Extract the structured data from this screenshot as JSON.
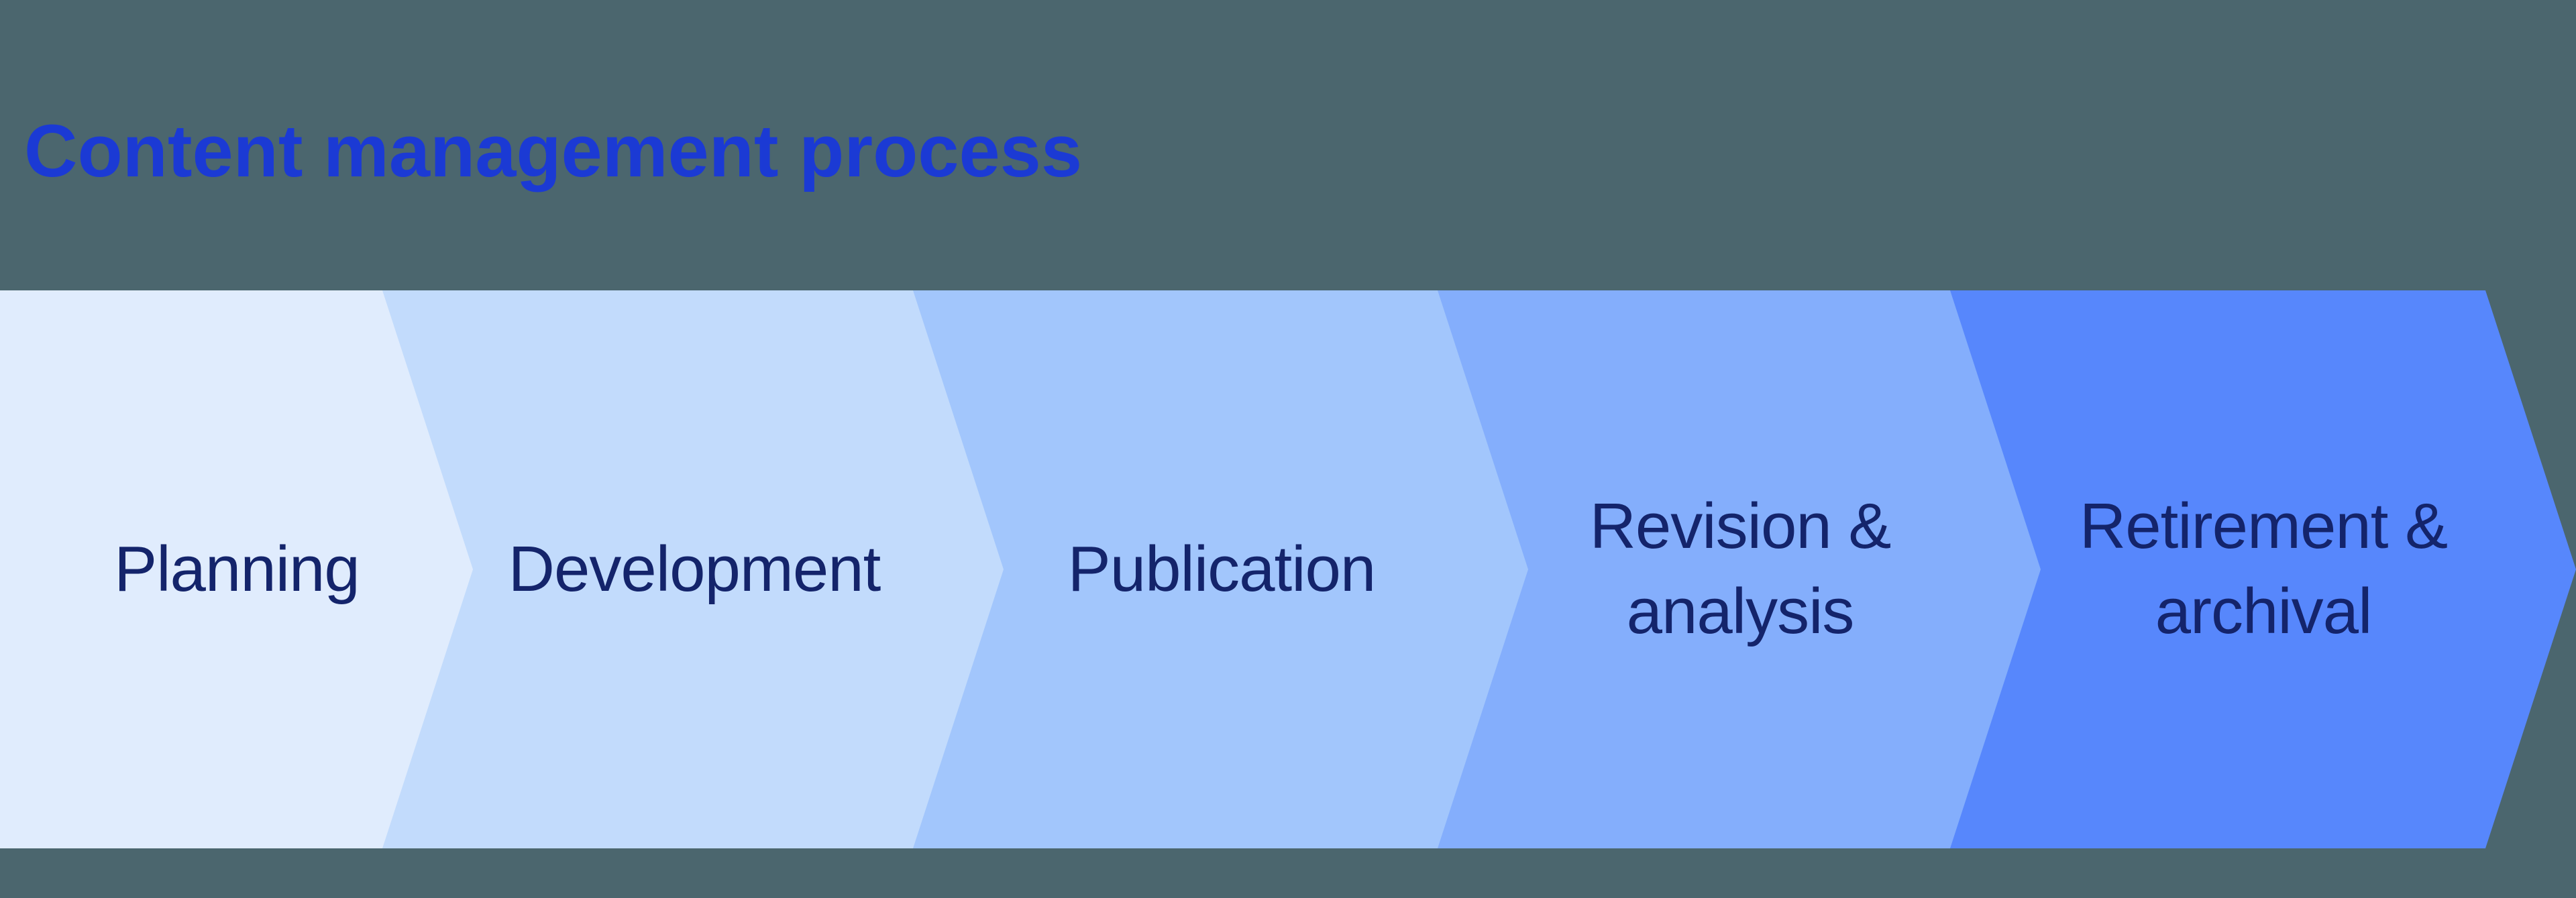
{
  "page": {
    "background_color": "#4B666E"
  },
  "title": {
    "text": "Content management process",
    "color": "#1B3AD4"
  },
  "process": {
    "label_color": "#14246B",
    "stages": [
      {
        "label": "Planning",
        "color": "#E0ECFD"
      },
      {
        "label": "Development",
        "color": "#C2DBFC"
      },
      {
        "label": "Publication",
        "color": "#A2C6FC"
      },
      {
        "label": "Revision & analysis",
        "color": "#84AEFC"
      },
      {
        "label": "Retirement & archival",
        "color": "#5787FC"
      }
    ]
  }
}
